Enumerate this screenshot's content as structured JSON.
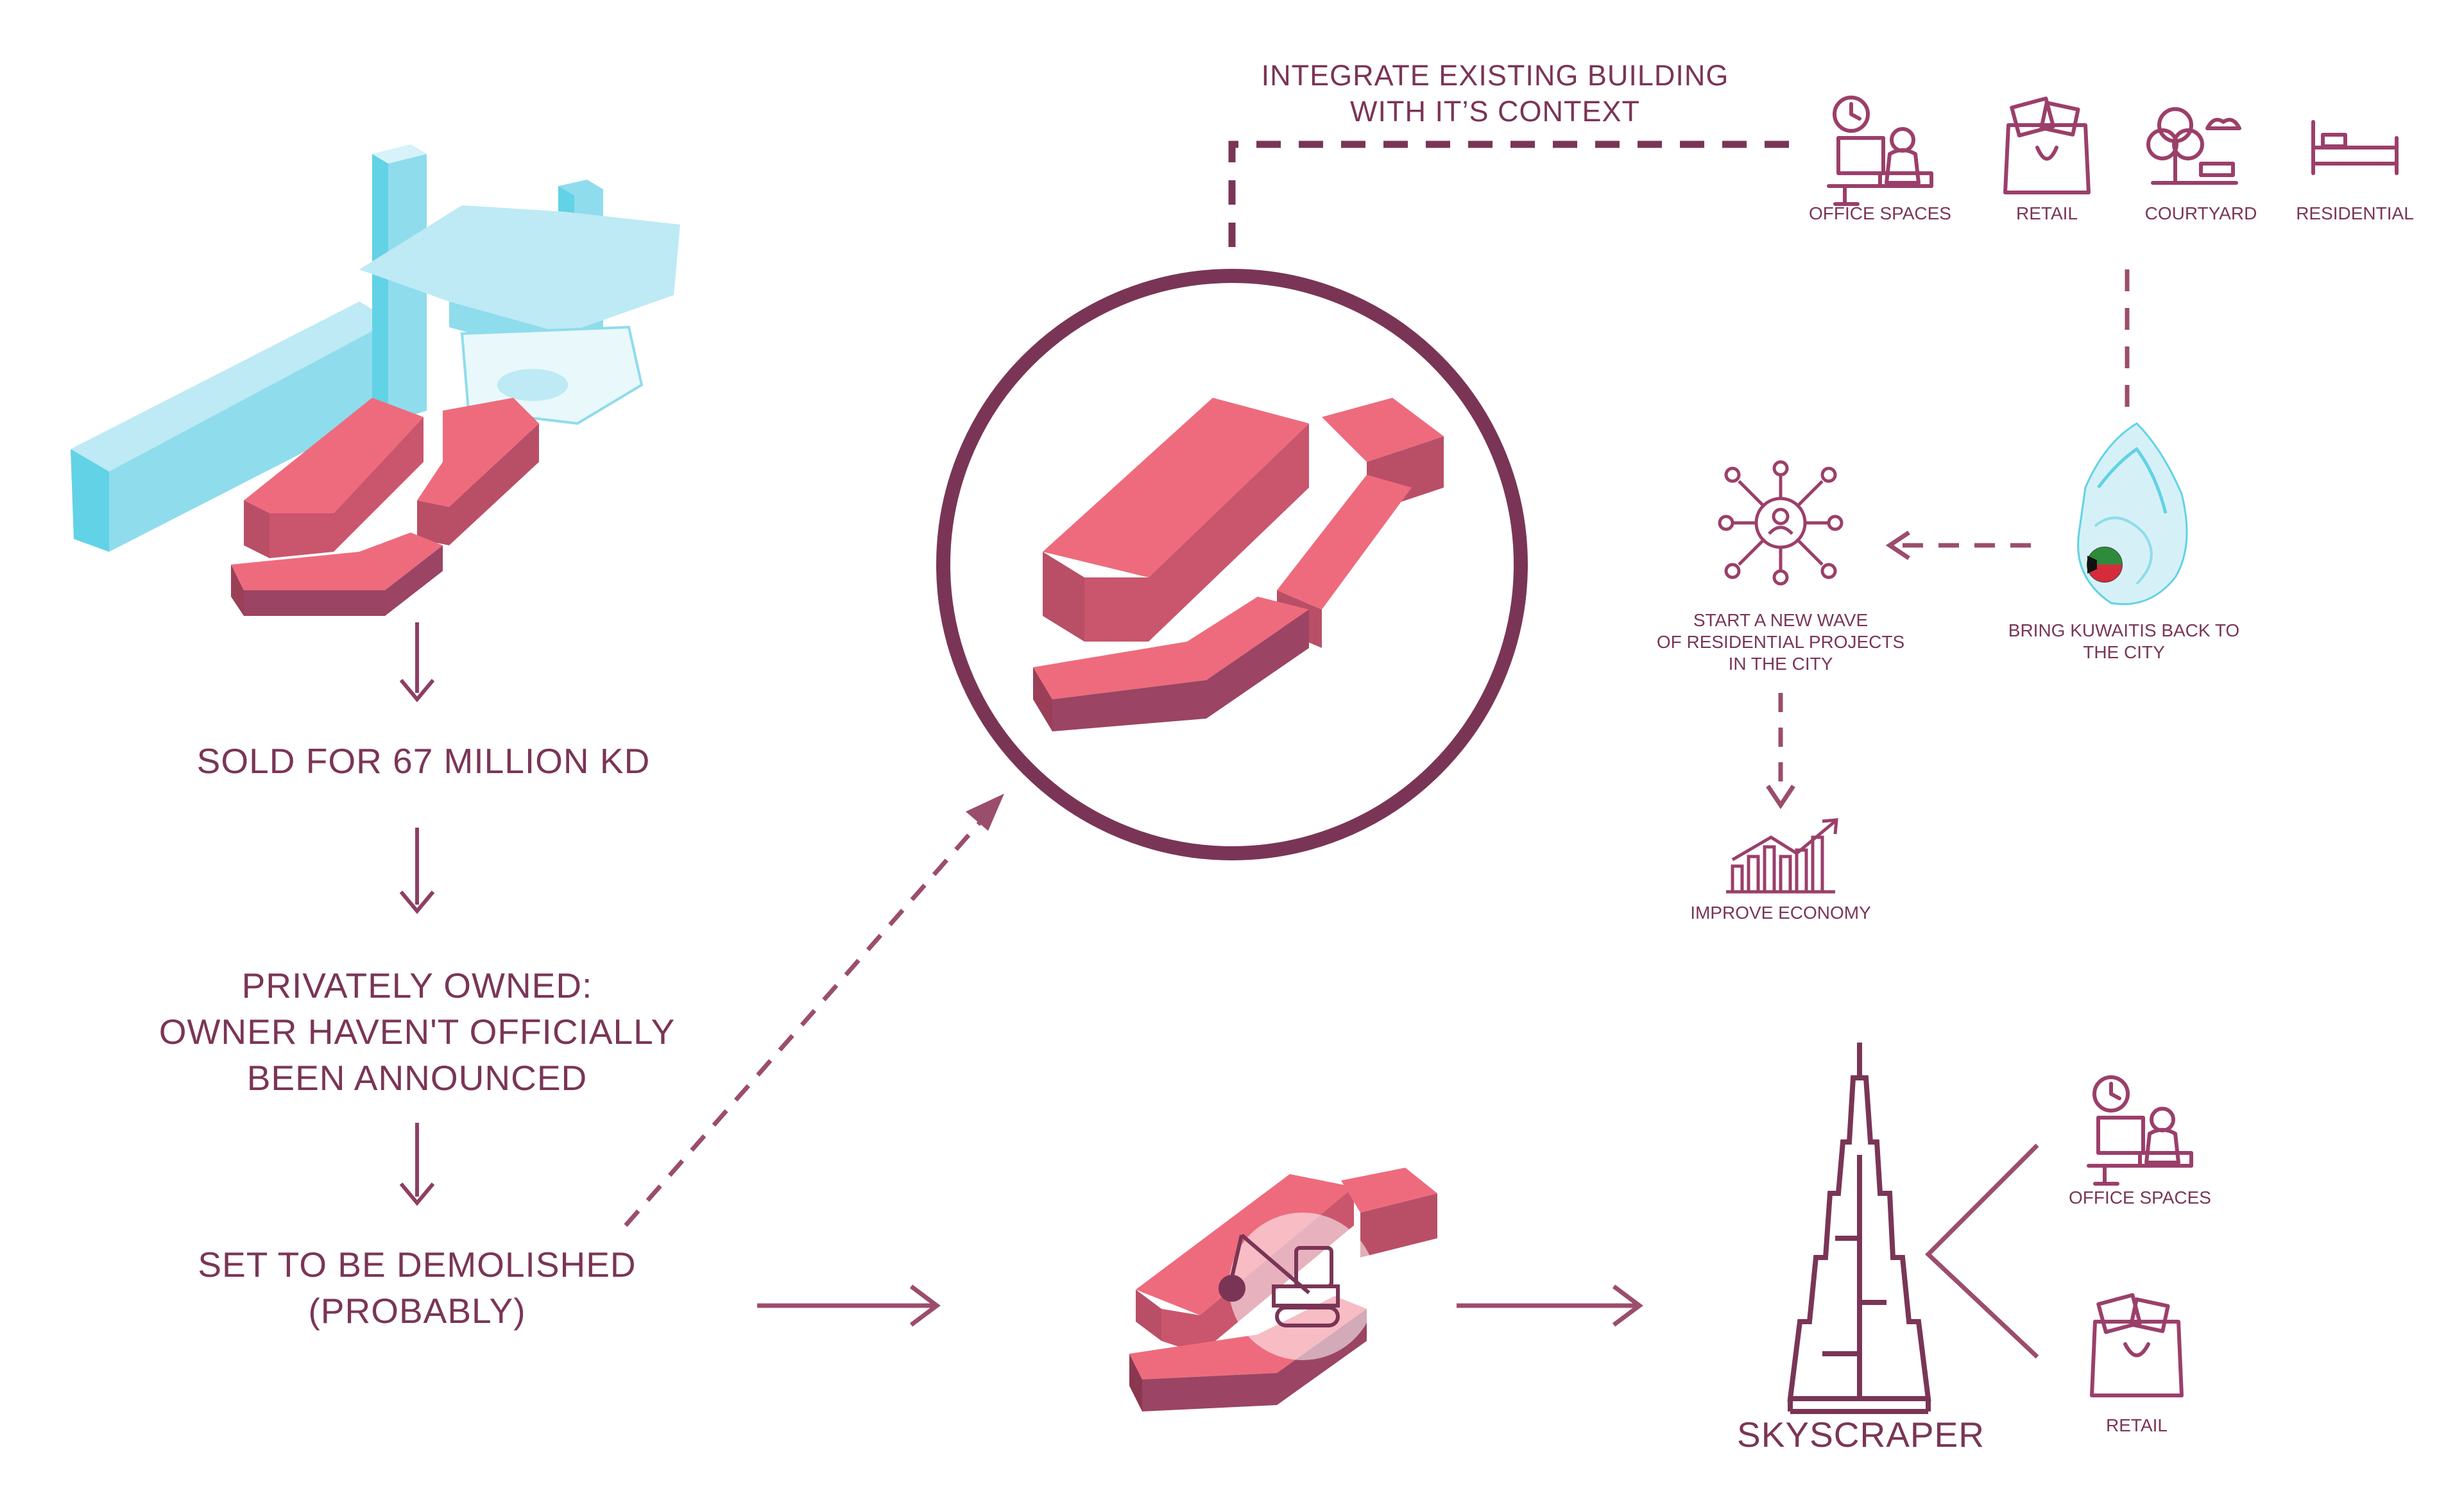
{
  "flow": {
    "sold": "SOLD FOR 67 MILLION KD",
    "owned_1": "PRIVATELY OWNED:",
    "owned_2": "OWNER HAVEN'T OFFICIALLY",
    "owned_3": "BEEN ANNOUNCED",
    "demolish_1": "SET TO BE DEMOLISHED",
    "demolish_2": "(PROBABLY)"
  },
  "integrate": {
    "line_1": "INTEGRATE EXISTING BUILDING",
    "line_2": "WITH IT’S CONTEXT"
  },
  "uses": {
    "office": "OFFICE SPACES",
    "retail": "RETAIL",
    "courtyard": "COURTYARD",
    "residential": "RESIDENTIAL"
  },
  "outcomes": {
    "kuwaitis_1": "BRING KUWAITIS BACK TO",
    "kuwaitis_2": "THE CITY",
    "wave_1": "START A NEW WAVE",
    "wave_2": "OF RESIDENTIAL PROJECTS",
    "wave_3": "IN THE CITY",
    "economy": "IMPROVE ECONOMY"
  },
  "skyscraper": {
    "title": "SKYSCRAPER",
    "office": "OFFICE SPACES",
    "retail": "RETAIL"
  },
  "colors": {
    "plum": "#7a3556",
    "pink": "#ee6b7d",
    "pink_dark": "#b94f67",
    "cyan": "#62d2e6",
    "cyan_light": "#bdeaf4",
    "cyan_mid": "#8fdcec"
  }
}
